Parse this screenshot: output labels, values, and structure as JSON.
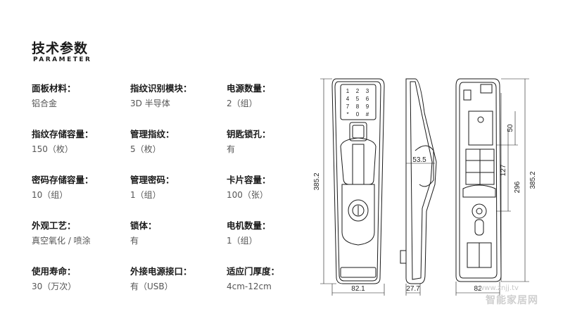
{
  "header": {
    "title": "技术参数",
    "subtitle": "PARAMETER"
  },
  "specs": [
    {
      "label": "面板材料：",
      "value": "铝合金"
    },
    {
      "label": "指纹识别模块：",
      "value": "3D 半导体"
    },
    {
      "label": "电源数量：",
      "value": "2（组）"
    },
    {
      "label": "指纹存储容量：",
      "value": "150（枚）"
    },
    {
      "label": "管理指纹：",
      "value": "5（枚）"
    },
    {
      "label": "钥匙锁孔：",
      "value": "有"
    },
    {
      "label": "密码存储容量：",
      "value": "10（组）"
    },
    {
      "label": "管理密码：",
      "value": "1（组）"
    },
    {
      "label": "卡片容量：",
      "value": "100（张）"
    },
    {
      "label": "外观工艺：",
      "value": "真空氧化 / 喷涂"
    },
    {
      "label": "锁体：",
      "value": "有"
    },
    {
      "label": "电机数量：",
      "value": "1（组）"
    },
    {
      "label": "使用寿命：",
      "value": "30（万次）"
    },
    {
      "label": "外接电源接口：",
      "value": "有（USB）"
    },
    {
      "label": "适应门厚度：",
      "value": "4cm-12cm"
    }
  ],
  "dimensions": {
    "front_height": "385.2",
    "front_width": "82.1",
    "side_depth": "53.5",
    "side_width": "27.7",
    "back_width": "82",
    "back_d1": "50",
    "back_d2": "127",
    "back_d3": "296",
    "back_height": "385.2"
  },
  "keypad": [
    "1",
    "2",
    "3",
    "4",
    "5",
    "6",
    "7",
    "8",
    "9",
    "*",
    "0",
    "#"
  ],
  "watermark": {
    "line1": "www.znjj.tv",
    "line2": "智能家居网"
  }
}
